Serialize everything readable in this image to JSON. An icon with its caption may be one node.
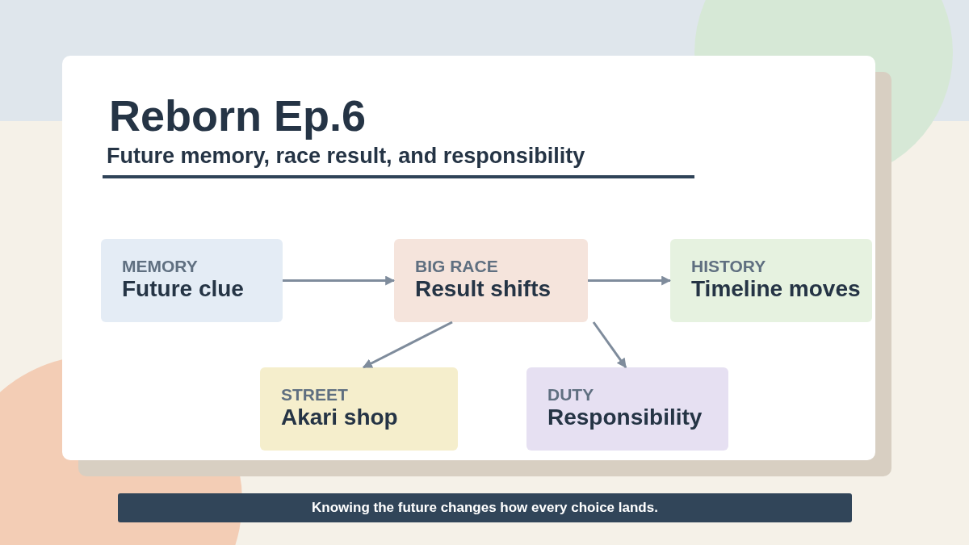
{
  "diagram": {
    "title": "Reborn Ep.6",
    "caption": "Knowing the future changes how every choice lands.",
    "nodes": [
      {
        "text": [
          "MEMORY",
          "Future clue"
        ]
      },
      {
        "text": [
          "BIG RACE",
          "Result shifts"
        ]
      },
      {
        "text": [
          "HISTORY",
          "Timeline moves"
        ]
      },
      {
        "text": [
          "STREET",
          "Akari shop"
        ]
      },
      {
        "text": [
          "DUTY",
          "Responsibility"
        ]
      }
    ],
    "edges": [
      {
        "from": 0,
        "to": 1,
        "arrow": "to"
      },
      {
        "from": 1,
        "to": 2,
        "arrow": "to"
      },
      {
        "from": 1,
        "to": 3,
        "arrow": "to"
      },
      {
        "from": 1,
        "to": 4,
        "arrow": "to"
      }
    ],
    "labels": [
      "Future memory, race result, and responsibility"
    ]
  }
}
